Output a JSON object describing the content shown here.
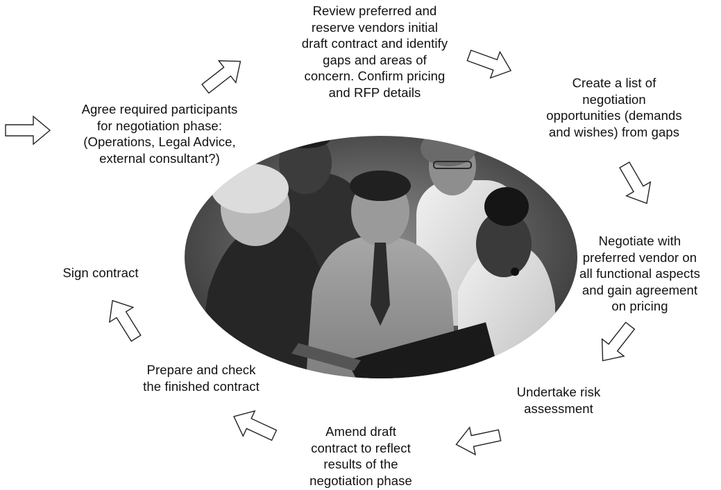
{
  "diagram": {
    "steps": [
      {
        "id": "review",
        "text": "Review preferred and\nreserve vendors initial\ndraft contract and identify\ngaps and areas of\nconcern. Confirm pricing\nand RFP details"
      },
      {
        "id": "opportunities",
        "text": "Create a list of\nnegotiation\nopportunities (demands\nand wishes) from gaps"
      },
      {
        "id": "negotiate",
        "text": "Negotiate with\npreferred vendor on\nall functional aspects\nand gain agreement\non pricing"
      },
      {
        "id": "risk",
        "text": "Undertake risk\nassessment"
      },
      {
        "id": "amend",
        "text": "Amend draft\ncontract to reflect\nresults of the\nnegotiation phase"
      },
      {
        "id": "prepare",
        "text": "Prepare and check\nthe finished contract"
      },
      {
        "id": "sign",
        "text": "Sign contract"
      },
      {
        "id": "participants",
        "text": "Agree required participants\nfor negotiation phase:\n(Operations, Legal Advice,\nexternal consultant?)"
      }
    ],
    "arrow_count": 8,
    "arrow_style": "hollow outline",
    "photo": {
      "description_icon": "team-photo",
      "tone": "grayscale"
    },
    "colors": {
      "text": "#111111",
      "arrow_stroke": "#222222",
      "arrow_fill": "#ffffff",
      "photo_background": "#4a4a4a"
    }
  }
}
